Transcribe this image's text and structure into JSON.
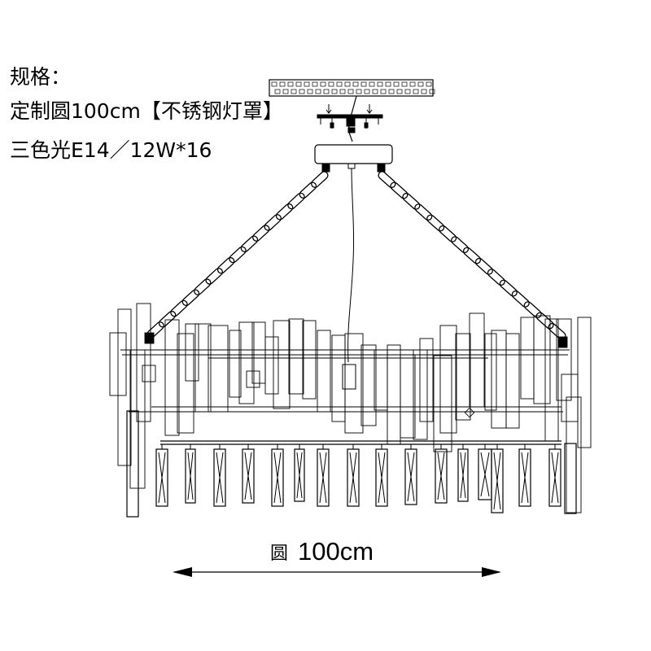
{
  "spec": {
    "title": "规格：",
    "size": "定制圆100cm【不锈钢灯罩】",
    "light": "三色光E14／12W*16"
  },
  "dimension": {
    "prefix": "圆",
    "value": "100cm"
  },
  "colors": {
    "line": "#000000",
    "background": "#ffffff"
  }
}
